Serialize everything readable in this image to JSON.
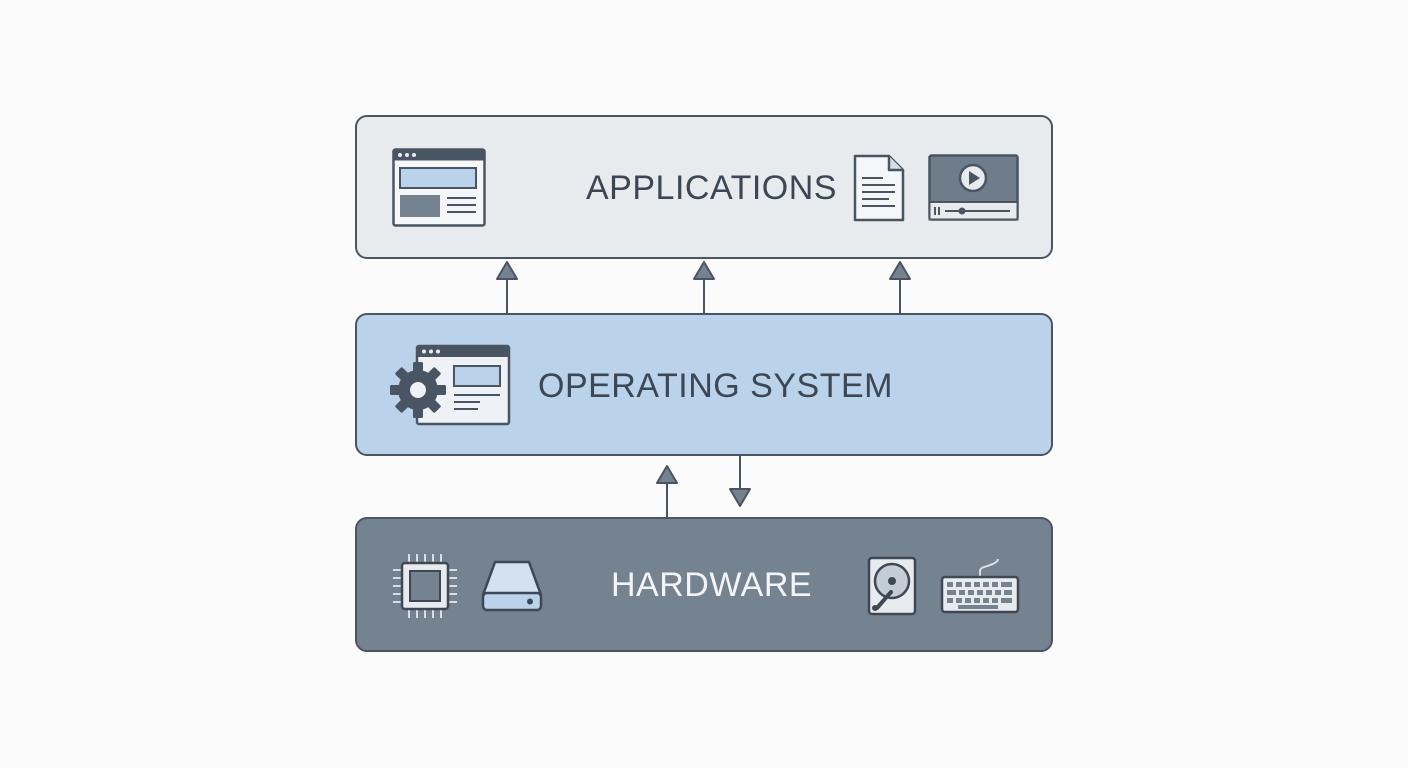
{
  "layers": {
    "applications": {
      "title": "APPLICATIONS",
      "icons": [
        "browser-window-icon",
        "document-icon",
        "video-player-icon"
      ]
    },
    "operating_system": {
      "title": "OPERATING SYSTEM",
      "icons": [
        "settings-window-icon"
      ]
    },
    "hardware": {
      "title": "HARDWARE",
      "icons": [
        "cpu-chip-icon",
        "storage-drive-icon",
        "hard-disk-icon",
        "keyboard-icon"
      ]
    }
  },
  "colors": {
    "applications_fill": "#e8ebee",
    "operating_system_fill": "#bad3ea",
    "hardware_fill": "#758290",
    "outline": "#4a5563"
  }
}
